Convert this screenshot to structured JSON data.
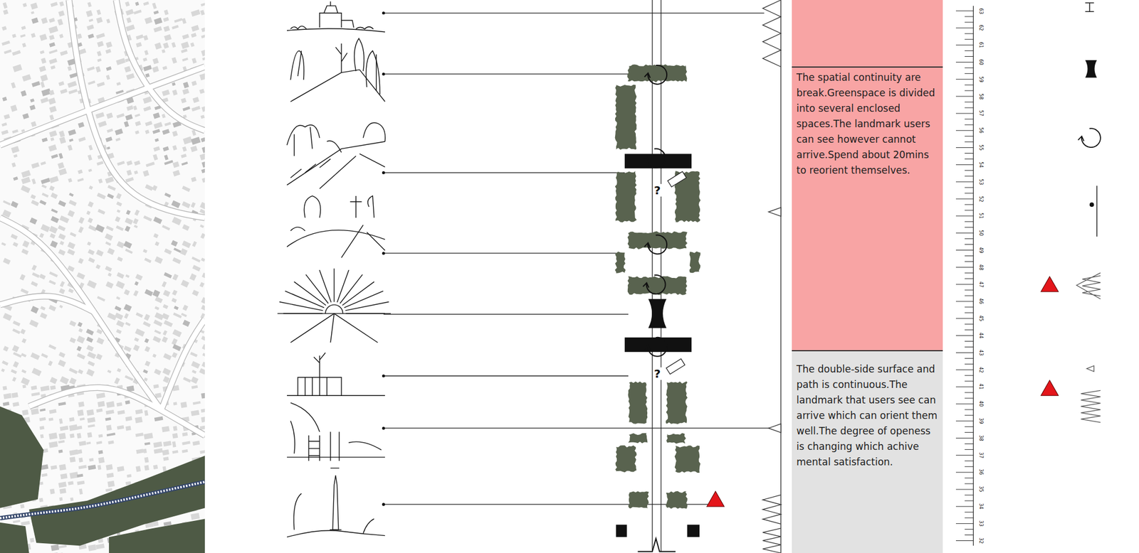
{
  "diagram": {
    "nodes": [
      {
        "text": [
          "The spatial continuity are break.Greenspace is divided into several enclosed spaces.The landmark users can see however cannot arrive.Spend about 20mins to reorient themselves."
        ]
      },
      {
        "text": [
          "The double-side surface and path is continuous.The landmark that users see can arrive which can orient them well.The degree of openess is changing which achive mental satisfaction."
        ]
      }
    ],
    "labels": [
      "?",
      "?",
      "63",
      "62",
      "61",
      "60",
      "59",
      "58",
      "57",
      "56",
      "55",
      "54",
      "53",
      "52",
      "51",
      "50",
      "49",
      "48",
      "47",
      "46",
      "45",
      "44",
      "43",
      "42",
      "41",
      "40",
      "39",
      "38",
      "37",
      "36",
      "35",
      "34",
      "33",
      "32"
    ]
  }
}
